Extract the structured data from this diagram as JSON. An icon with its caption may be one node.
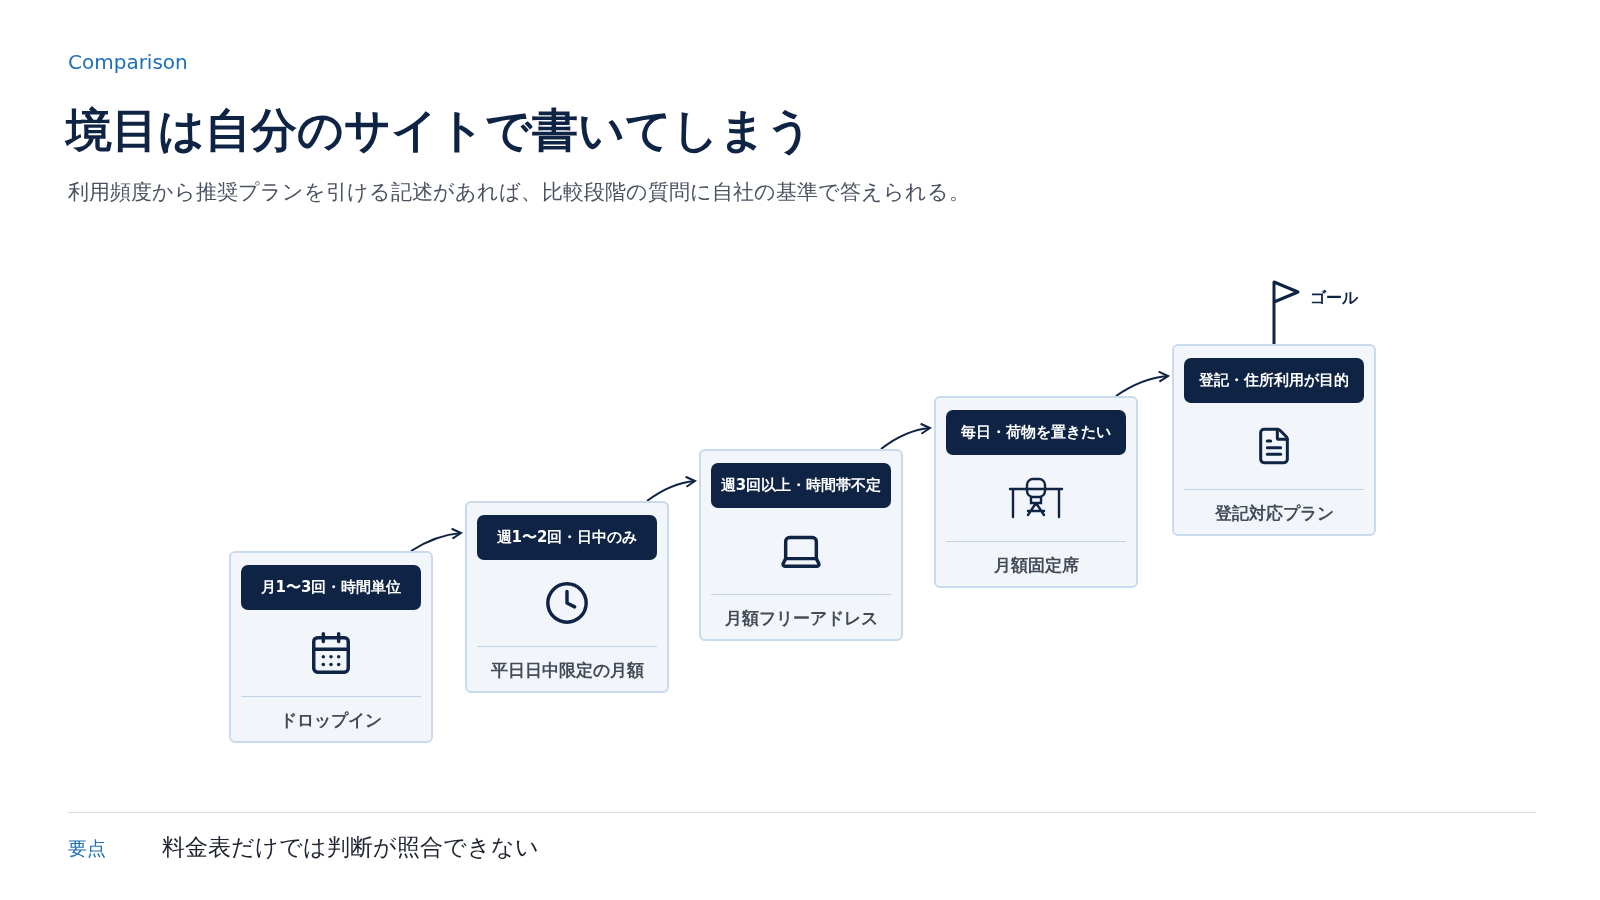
{
  "diagram": {
    "title": "境目は自分のサイトで書いてしまう",
    "nodes": [
      {
        "text": [
          "月1〜3回・時間単位",
          "ドロップイン"
        ]
      },
      {
        "text": [
          "週1〜2回・日中のみ",
          "平日日中限定の月額"
        ]
      },
      {
        "text": [
          "週3回以上・時間帯不定",
          "月額フリーアドレス"
        ]
      },
      {
        "text": [
          "毎日・荷物を置きたい",
          "月額固定席"
        ]
      },
      {
        "text": [
          "登記・住所利用が目的",
          "登記対応プラン"
        ],
        "beside": [
          "ゴール"
        ]
      }
    ],
    "edges": [
      {
        "from": 0,
        "to": 1,
        "arrow": "to"
      },
      {
        "from": 1,
        "to": 2,
        "arrow": "to"
      },
      {
        "from": 2,
        "to": 3,
        "arrow": "to"
      },
      {
        "from": 3,
        "to": 4,
        "arrow": "to"
      }
    ],
    "labels": [
      "Comparison",
      "利用頻度から推奨プランを引ける記述があれば、比較段階の質問に自社の基準で答えられる。",
      "要点",
      "料金表だけでは判断が照合できない"
    ]
  }
}
